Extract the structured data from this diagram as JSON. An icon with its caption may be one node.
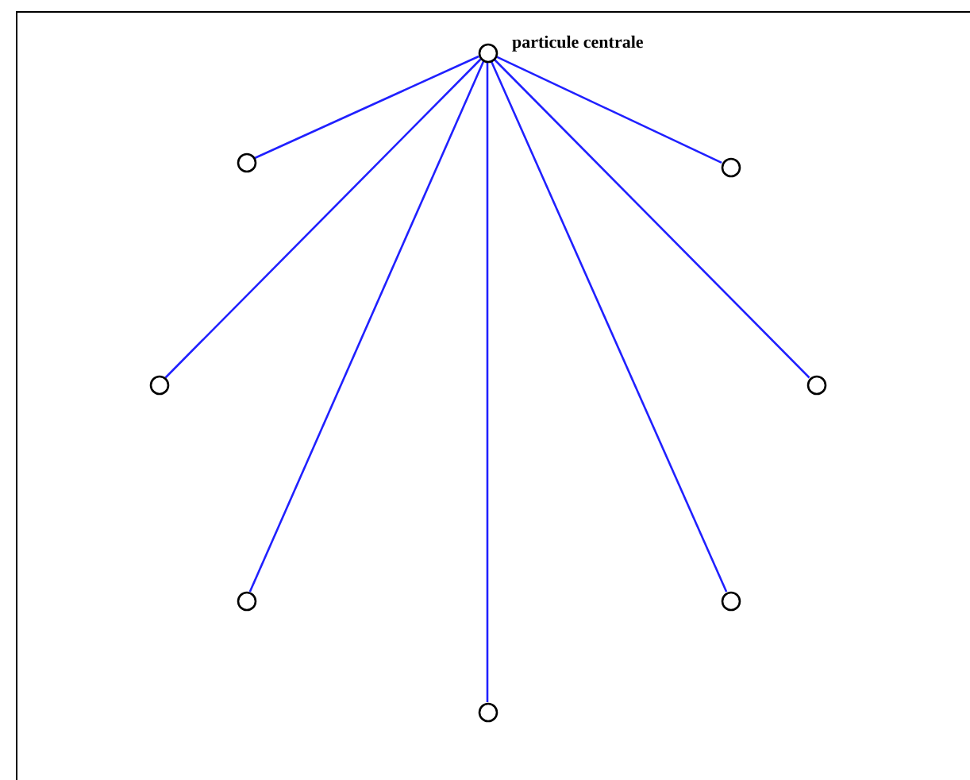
{
  "diagram": {
    "nodes": [
      {
        "text": [],
        "shape": "circle",
        "beside": [
          "particule centrale"
        ]
      },
      {
        "text": [],
        "shape": "circle"
      },
      {
        "text": [],
        "shape": "circle"
      },
      {
        "text": [],
        "shape": "circle"
      },
      {
        "text": [],
        "shape": "circle"
      },
      {
        "text": [],
        "shape": "circle"
      },
      {
        "text": [],
        "shape": "circle"
      },
      {
        "text": [],
        "shape": "circle"
      }
    ],
    "edges": [
      {
        "from": 0,
        "to": 1,
        "arrow": "none"
      },
      {
        "from": 0,
        "to": 2,
        "arrow": "none"
      },
      {
        "from": 0,
        "to": 3,
        "arrow": "none"
      },
      {
        "from": 0,
        "to": 4,
        "arrow": "none"
      },
      {
        "from": 0,
        "to": 5,
        "arrow": "none"
      },
      {
        "from": 0,
        "to": 6,
        "arrow": "none"
      },
      {
        "from": 0,
        "to": 7,
        "arrow": "none"
      }
    ]
  }
}
